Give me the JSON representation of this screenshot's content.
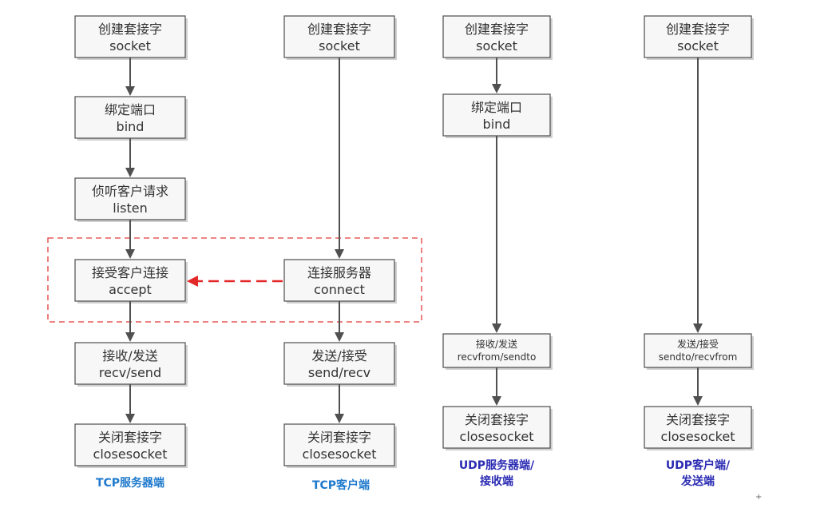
{
  "diagram": {
    "columns": [
      {
        "id": "tcp-server",
        "caption": "TCP服务器端",
        "steps": [
          {
            "name": "tcp-server-socket",
            "zh": "创建套接字",
            "en": "socket"
          },
          {
            "name": "tcp-server-bind",
            "zh": "绑定端口",
            "en": "bind"
          },
          {
            "name": "tcp-server-listen",
            "zh": "侦听客户请求",
            "en": "listen"
          },
          {
            "name": "tcp-server-accept",
            "zh": "接受客户连接",
            "en": "accept"
          },
          {
            "name": "tcp-server-recv-send",
            "zh": "接收/发送",
            "en": "recv/send"
          },
          {
            "name": "tcp-server-closesocket",
            "zh": "关闭套接字",
            "en": "closesocket"
          }
        ]
      },
      {
        "id": "tcp-client",
        "caption": "TCP客户端",
        "steps": [
          {
            "name": "tcp-client-socket",
            "zh": "创建套接字",
            "en": "socket"
          },
          {
            "name": "tcp-client-connect",
            "zh": "连接服务器",
            "en": "connect"
          },
          {
            "name": "tcp-client-send-recv",
            "zh": "发送/接受",
            "en": "send/recv"
          },
          {
            "name": "tcp-client-closesocket",
            "zh": "关闭套接字",
            "en": "closesocket"
          }
        ]
      },
      {
        "id": "udp-server",
        "caption": "UDP服务器端/\n接收端",
        "steps": [
          {
            "name": "udp-server-socket",
            "zh": "创建套接字",
            "en": "socket"
          },
          {
            "name": "udp-server-bind",
            "zh": "绑定端口",
            "en": "bind"
          },
          {
            "name": "udp-server-recvfrom-sendto",
            "zh": "接收/发送",
            "en": "recvfrom/sendto"
          },
          {
            "name": "udp-server-closesocket",
            "zh": "关闭套接字",
            "en": "closesocket"
          }
        ]
      },
      {
        "id": "udp-client",
        "caption": "UDP客户端/\n发送端",
        "steps": [
          {
            "name": "udp-client-socket",
            "zh": "创建套接字",
            "en": "socket"
          },
          {
            "name": "udp-client-sendto-recvfrom",
            "zh": "发送/接受",
            "en": "sendto/recvfrom"
          },
          {
            "name": "udp-client-closesocket",
            "zh": "关闭套接字",
            "en": "closesocket"
          }
        ]
      }
    ],
    "connection": {
      "from": "tcp-client-connect",
      "to": "tcp-server-accept",
      "style": "dashed",
      "color": "#e32828"
    },
    "highlight_region": {
      "contains": [
        "tcp-server-accept",
        "tcp-client-connect"
      ],
      "style": "dashed",
      "color": "#e23b3b"
    },
    "colors": {
      "tcp_caption": "#1f7acd",
      "udp_caption": "#2b2bb3",
      "node_fill": "#f7f7f7",
      "node_stroke": "#4d4d4d",
      "arrow": "#505050"
    },
    "corner_mark": "+"
  }
}
